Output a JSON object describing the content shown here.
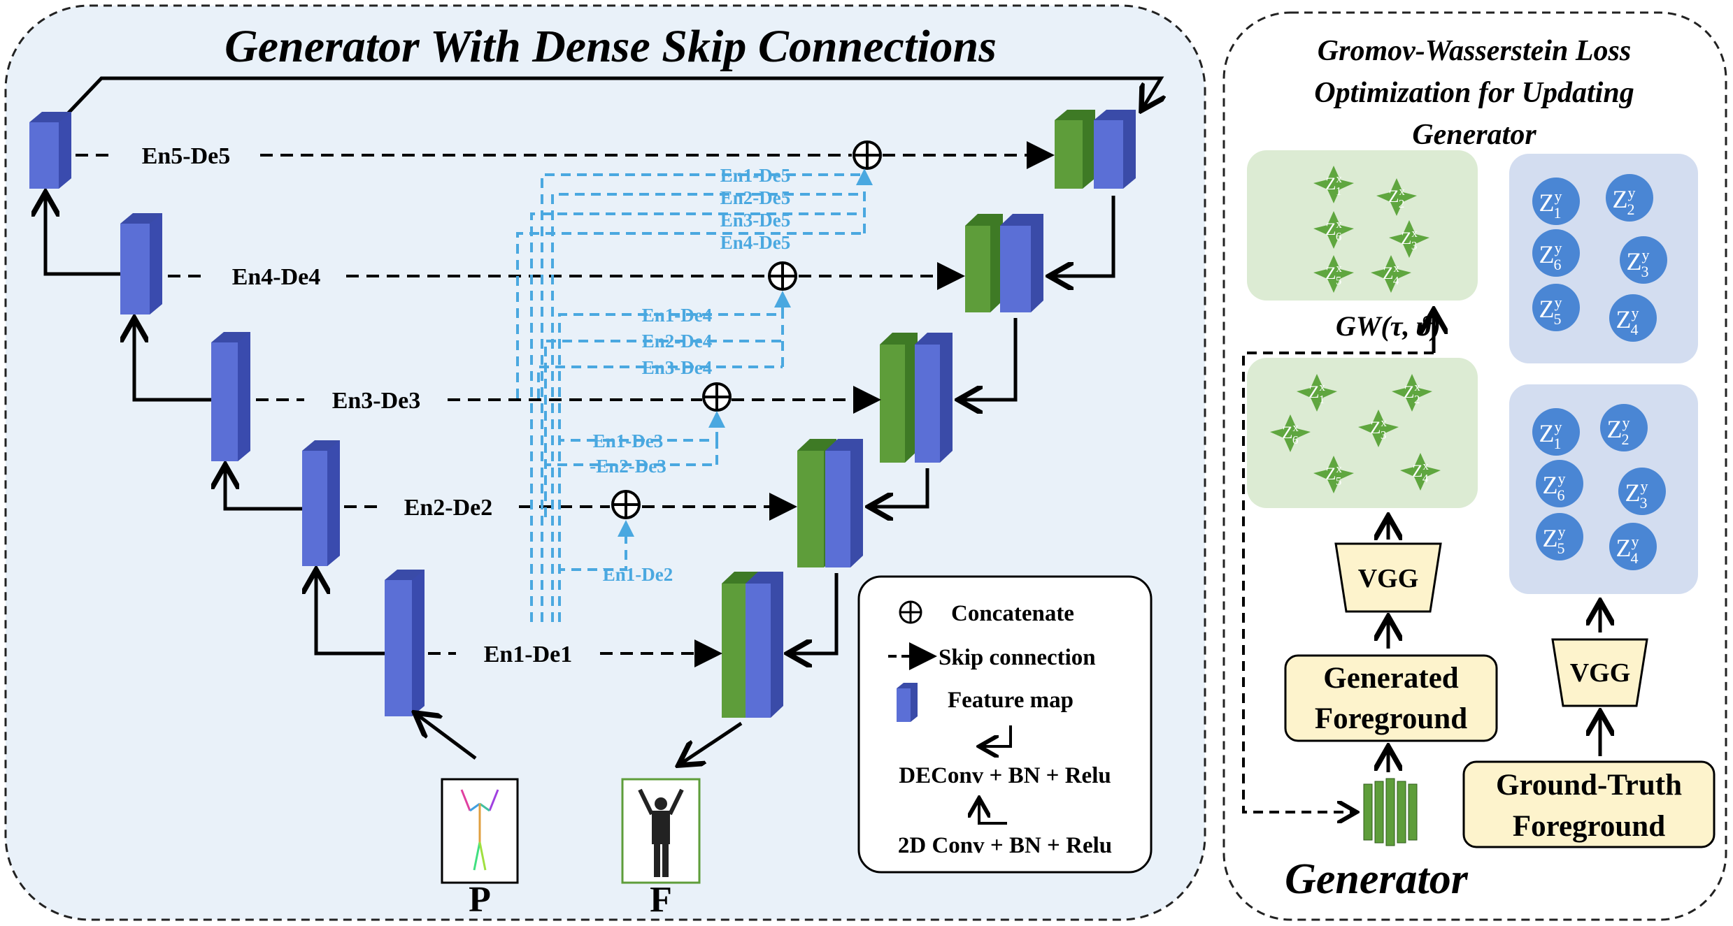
{
  "generator_panel": {
    "title": "Generator With Dense Skip Connections",
    "skips": {
      "en5_de5": "En5-De5",
      "en4_de4": "En4-De4",
      "en3_de3": "En3-De3",
      "en2_de2": "En2-De2",
      "en1_de1": "En1-De1"
    },
    "dense_skips": {
      "en1_de5": "En1-De5",
      "en2_de5": "En2-De5",
      "en3_de5": "En3-De5",
      "en4_de5": "En4-De5",
      "en1_de4": "En1-De4",
      "en2_de4": "En2-De4",
      "en3_de4": "En3-De4",
      "en1_de3": "En1-De3",
      "en2_de3": "-En2-De3",
      "en1_de2": "En1-De2"
    },
    "input_label": "P",
    "output_label": "F",
    "legend": {
      "concatenate": "Concatenate",
      "skip_connection": "Skip connection",
      "feature_map": "Feature map",
      "deconv": "DEConv + BN + Relu",
      "conv": "2D Conv + BN + Relu"
    }
  },
  "gw_panel": {
    "title_line1": "Gromov-Wasserstein Loss",
    "title_line2": "Optimization for Updating",
    "title_line3": "Generator",
    "gw_label": "GW(τ, ϑ)",
    "vgg_left": "VGG",
    "vgg_right": "VGG",
    "generated_line1": "Generated",
    "generated_line2": "Foreground",
    "gt_line1": "Ground-Truth",
    "gt_line2": "Foreground",
    "generator_label": "Generator",
    "z_sub": [
      "1",
      "2",
      "6",
      "3",
      "5",
      "4"
    ],
    "z_sup_x": "x",
    "z_sup_y": "y",
    "z_base": "Z"
  },
  "colors": {
    "panel_bg": "#e9f1f9",
    "feature_blue": "#5b6fd6",
    "feature_green": "#5e9d3a",
    "dense_skip": "#4aa8e0",
    "green_box": "#dcebd3",
    "blue_box": "#d3ddf0",
    "yellow_box": "#fdf3cc"
  }
}
